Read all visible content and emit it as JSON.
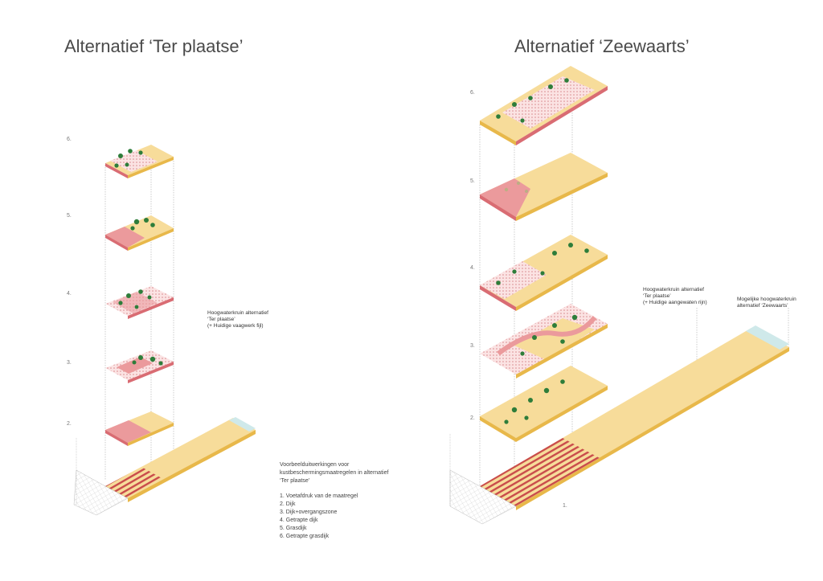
{
  "left": {
    "title": "Alternatief ‘Ter plaatse’",
    "layer_numbers": [
      "6.",
      "5.",
      "4.",
      "3.",
      "2."
    ],
    "annotation": "Hoogwaterkruin alternatief\n‘Ter plaatse’\n(+ Huidige vaagwerk fijl)"
  },
  "right": {
    "title": "Alternatief ‘Zeewaarts’",
    "layer_numbers": [
      "6.",
      "5.",
      "4.",
      "3.",
      "2.",
      "1."
    ],
    "annotation_1": "Hoogwaterkruin alternatief\n‘Ter plaatse’\n(+ Huidige aangewaten rijn)",
    "annotation_2": "Mogelijke hoogwaterkruin\nalternatief ‘Zeewaarts’"
  },
  "legend": {
    "intro": "Voorbeelduitwerkingen voor kustbeschermingsmaatregelen in alternatief ‘Ter plaatse’",
    "items": [
      "1. Voetafdruk van de maatregel",
      "2. Dijk",
      "3. Dijk+overgangszone",
      "4. Getrapte dijk",
      "5. Grasdijk",
      "6. Getrapte grasdijk"
    ]
  },
  "colors": {
    "sand": "#f7dc9a",
    "sand_side": "#e8b84a",
    "dike": "#eb9a9c",
    "dike_dark": "#d96c73",
    "tree": "#2e7d3a",
    "hatch": "#c94b4b",
    "sea": "#cfe9ea"
  }
}
